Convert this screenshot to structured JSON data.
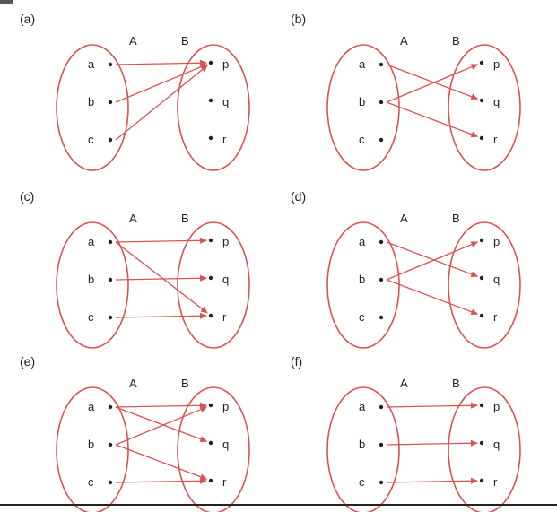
{
  "colors": {
    "ellipse": "#d9534f",
    "arrow": "#d9534f",
    "text": "#222222",
    "dot": "#222222"
  },
  "set_labels": {
    "domain": "A",
    "codomain": "B"
  },
  "domain_elements": [
    "a",
    "b",
    "c"
  ],
  "codomain_elements": [
    "p",
    "q",
    "r"
  ],
  "panels": [
    {
      "label": "(a)",
      "mappings": [
        [
          "a",
          "p"
        ],
        [
          "b",
          "p"
        ],
        [
          "c",
          "p"
        ]
      ]
    },
    {
      "label": "(b)",
      "mappings": [
        [
          "a",
          "q"
        ],
        [
          "b",
          "p"
        ],
        [
          "b",
          "r"
        ]
      ]
    },
    {
      "label": "(c)",
      "mappings": [
        [
          "a",
          "p"
        ],
        [
          "a",
          "r"
        ],
        [
          "b",
          "q"
        ],
        [
          "c",
          "r"
        ]
      ]
    },
    {
      "label": "(d)",
      "mappings": [
        [
          "a",
          "q"
        ],
        [
          "b",
          "p"
        ],
        [
          "b",
          "r"
        ]
      ]
    },
    {
      "label": "(e)",
      "mappings": [
        [
          "a",
          "p"
        ],
        [
          "a",
          "q"
        ],
        [
          "b",
          "p"
        ],
        [
          "b",
          "r"
        ],
        [
          "c",
          "r"
        ]
      ]
    },
    {
      "label": "(f)",
      "mappings": [
        [
          "a",
          "p"
        ],
        [
          "b",
          "q"
        ],
        [
          "c",
          "r"
        ]
      ]
    }
  ]
}
